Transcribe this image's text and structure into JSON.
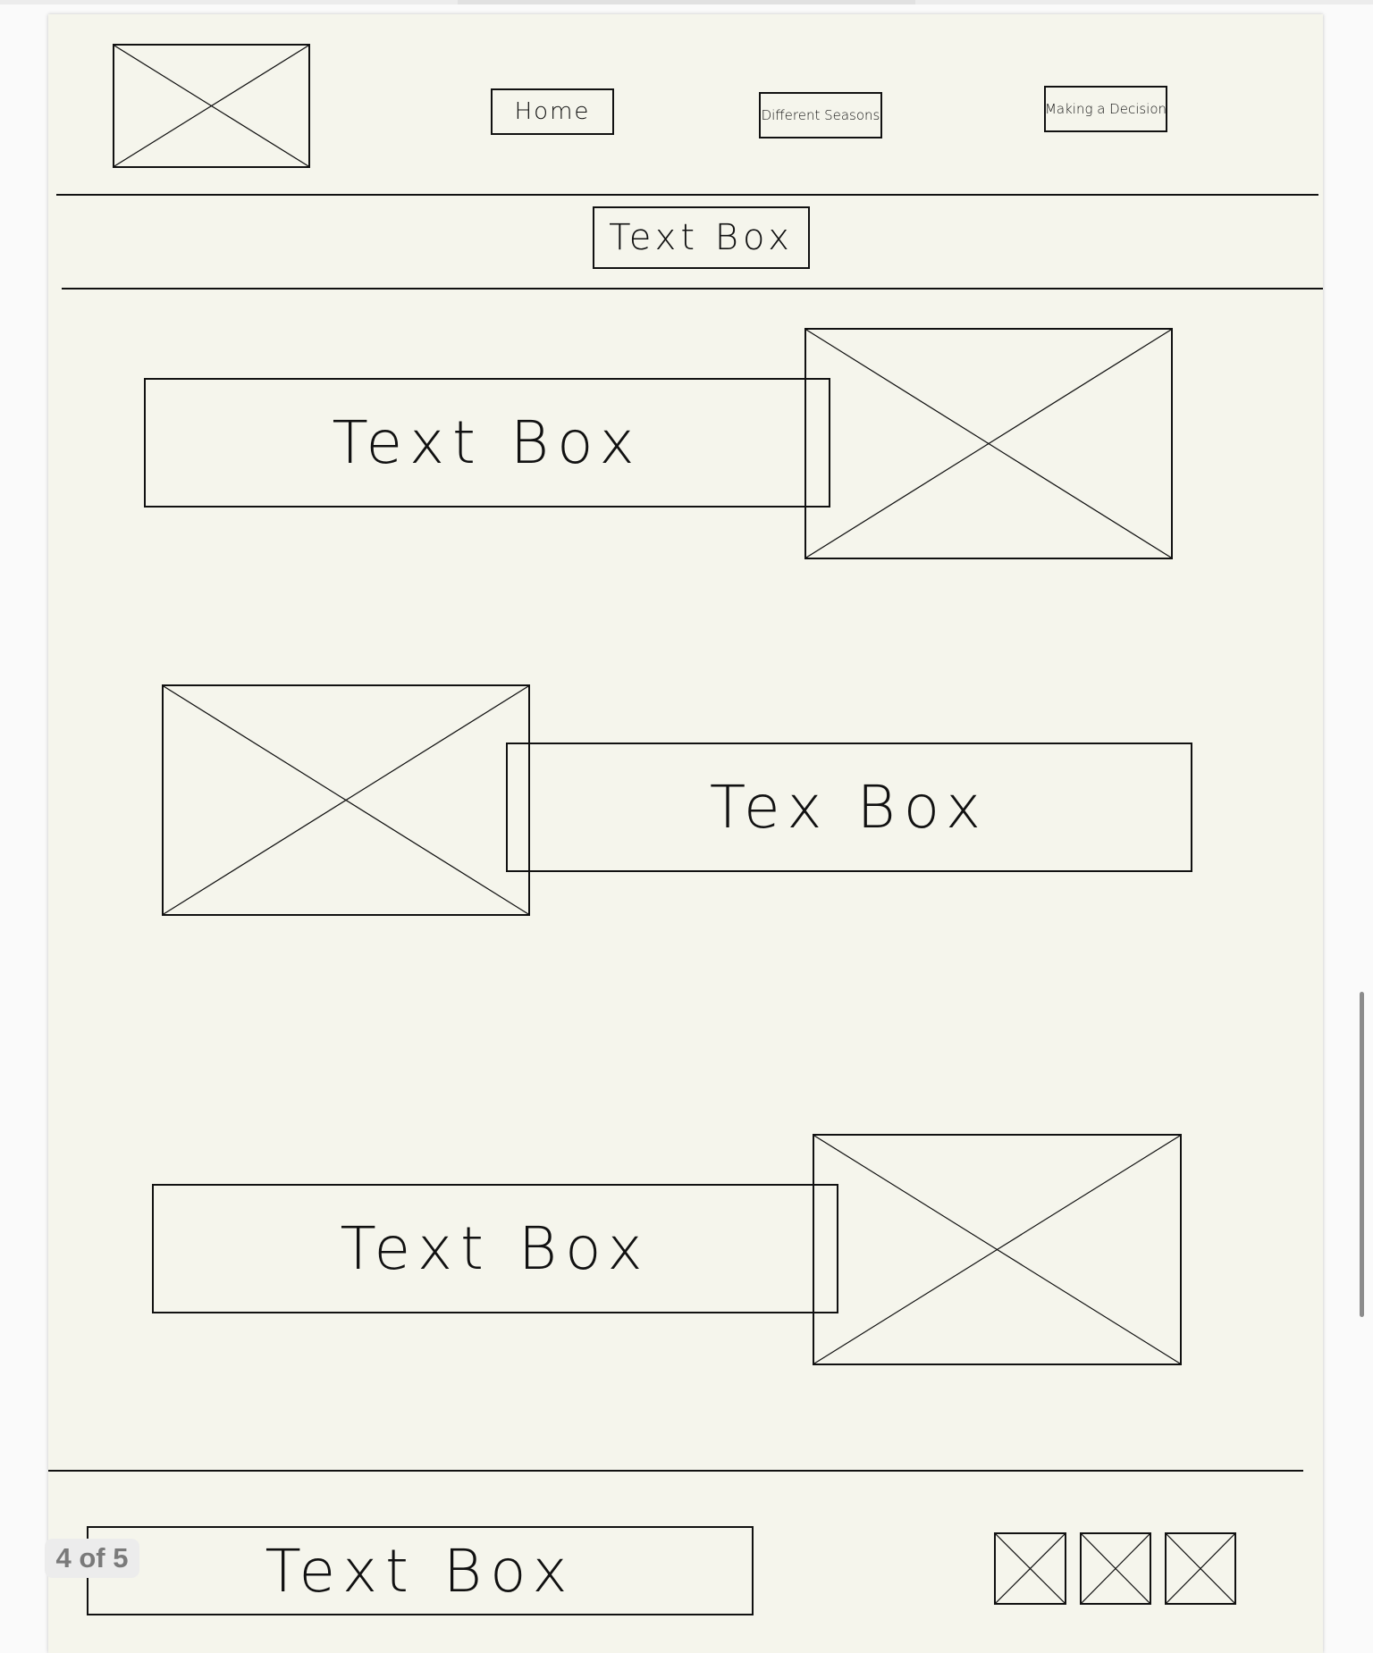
{
  "nav": {
    "items": [
      {
        "label": "Home"
      },
      {
        "label": "Different Seasons"
      },
      {
        "label": "Making a Decision"
      }
    ]
  },
  "header": {
    "text_box": "Text Box"
  },
  "sections": [
    {
      "text": "Text Box"
    },
    {
      "text": "Tex Box"
    },
    {
      "text": "Text Box"
    }
  ],
  "footer": {
    "text_box": "Text Box"
  },
  "viewer": {
    "page_indicator": "4 of 5"
  }
}
